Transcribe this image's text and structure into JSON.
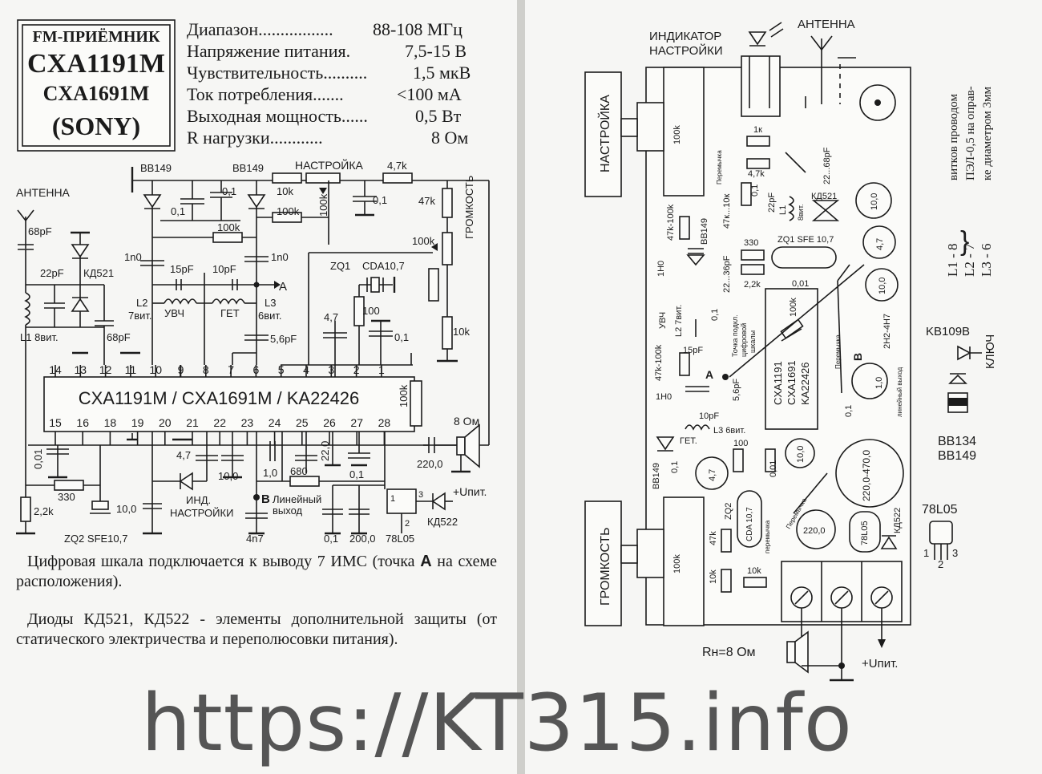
{
  "left": {
    "title_box": {
      "line1": "FM-ПРИЁМНИК",
      "line2": "CXA1191M",
      "line3": "CXA1691M",
      "line4": "(SONY)"
    },
    "specs": [
      {
        "label": "Диапазон.................",
        "value": "88-108 МГц"
      },
      {
        "label": "Напряжение питания.",
        "value": "7,5-15 В"
      },
      {
        "label": "Чувствительность..........",
        "value": "1,5 мкВ"
      },
      {
        "label": "Ток потребления.......",
        "value": "<100 мА"
      },
      {
        "label": "Выходная мощность......",
        "value": "0,5 Вт"
      },
      {
        "label": "R нагрузки............",
        "value": "8 Ом"
      }
    ],
    "schematic": {
      "ic_label": "CXA1191M / CXA1691M / KA22426",
      "pins_top": [
        "14",
        "13",
        "12",
        "11",
        "10",
        "9",
        "8",
        "7",
        "6",
        "5",
        "4",
        "3",
        "2",
        "1"
      ],
      "pins_bottom": [
        "15",
        "16",
        "18",
        "19",
        "20",
        "21",
        "22",
        "23",
        "24",
        "25",
        "26",
        "27",
        "28"
      ],
      "labels": {
        "antenna": "АНТЕННА",
        "bb149_1": "BB149",
        "bb149_2": "BB149",
        "tuning": "НАСТРОЙКА",
        "r4k7": "4,7k",
        "r10k": "10k",
        "c01a": "0,1",
        "c01b": "0,1",
        "c01c": "0,1",
        "r47k": "47k",
        "volume": "ГРОМКОСТЬ",
        "r100k_a": "100k",
        "r100k_b": "100k",
        "r100k_c": "100k",
        "r100k_d": "100k",
        "c68pf": "68pF",
        "c22pf": "22pF",
        "kd521": "КД521",
        "l1": "L1 8вит.",
        "c68pf_b": "68pF",
        "c1n0_a": "1n0",
        "c1n0_b": "1n0",
        "c15pf": "15pF",
        "c10pf": "10pF",
        "l2": "L2",
        "l2b": "7вит.",
        "uvch": "УВЧ",
        "get": "ГЕТ",
        "l3": "L3",
        "l3b": "6вит.",
        "point_a": "A",
        "zq1": "ZQ1",
        "cda": "CDA10,7",
        "r100": "100",
        "c47": "4,7",
        "c01d": "0,1",
        "r10k_b": "10k",
        "c56pf": "5,6pF",
        "r100k_ic": "100k",
        "spk": "8 Ом",
        "c220": "220,0",
        "c001": "0,01",
        "c47b": "4,7",
        "c100": "10,0",
        "c10": "1,0",
        "c220b": "22,0",
        "r680": "680",
        "c01e": "0,1",
        "r330": "330",
        "r2k2": "2,2k",
        "c100b": "10,0",
        "zq2": "ZQ2 SFE10,7",
        "ind": "ИНД.",
        "ind2": "НАСТРОЙКИ",
        "pt_b": "B",
        "lineout": "Линейный",
        "lineout2": "выход",
        "c4n7": "4n7",
        "c01f": "0,1",
        "c200": "200,0",
        "reg": "78L05",
        "reg_pin1": "1",
        "reg_pin2": "2",
        "reg_pin3": "3",
        "kd522": "КД522",
        "upit": "+Uпит."
      }
    },
    "notes": [
      {
        "pre": "Цифровая шкала подключается к выводу 7 ИМС (точка ",
        "bold": "А",
        "post": " на схеме расположения)."
      },
      {
        "pre": "Диоды КД521, КД522 - элементы дополнительной защиты (от статического электричества и переполюсовки питания).",
        "bold": "",
        "post": ""
      }
    ]
  },
  "right": {
    "labels": {
      "indicator1": "ИНДИКАТОР",
      "indicator2": "НАСТРОЙКИ",
      "antenna": "АНТЕННА",
      "tuning": "НАСТРОЙКА",
      "volume": "ГРОМКОСТЬ",
      "pot1": "100k",
      "pot2": "100k",
      "r1k": "1к",
      "r4k7": "4,7k",
      "jumper": "Перемычка",
      "c22_68": "22...68pF",
      "kd521": "КД521",
      "l1": "L1",
      "l1b": "8вит.",
      "c22pf": "22pF",
      "r47k_10k": "47к...10к",
      "c01": "0,1",
      "r47_100": "47k-100k",
      "bb149": "BB149",
      "r330": "330",
      "zq1": "ZQ1 SFE 10,7",
      "c1n0": "1Н0",
      "c22_36": "22...36pF",
      "r2k2": "2,2k",
      "c001": "0,01",
      "e10": "10,0",
      "e47": "4,7",
      "e10b": "10,0",
      "ic1": "CXA1191",
      "ic2": "CXA1691",
      "ic3": "KA22426",
      "ic_r": "100k",
      "uvch": "УВЧ",
      "l2": "L2 7вит.",
      "c15pf": "15pF",
      "c01b": "0,1",
      "dig1": "Точка подкл.",
      "dig2": "цифровой",
      "dig3": "шкалы",
      "c2n2": "2Н2-4Н7",
      "jumper2": "Перемычка",
      "r47k100k_b": "47k-100k",
      "pt_a": "A",
      "c1n0b": "1Н0",
      "c10pf": "10pF",
      "c56": "5,6pF",
      "e10c": "1,0",
      "pt_b": "B",
      "lineout": "линейный выход",
      "c01c": "0,1",
      "get": "ГЕТ.",
      "l3": "L3 6вит.",
      "bb149b": "BB149",
      "c01d": "0,1",
      "e47b": "4,7",
      "r100": "100",
      "e10d": "10,0",
      "e220_470": "220,0-470,0",
      "c001b": "0,01",
      "zq2": "ZQ2",
      "cda": "CDA 10,7",
      "jump3": "перемычка",
      "jump4": "Перемычка",
      "e220": "220,0",
      "reg": "78L05",
      "kd522": "КД522",
      "r47k": "47k",
      "r10k": "10k",
      "r10k_b": "10k",
      "rn": "Rн=8 Ом",
      "upit": "+Uпит.",
      "coil1": "витков   проводом",
      "coil2": "ПЭЛ-0,5 на оправ-",
      "coil3": "ке диаметром 3мм",
      "coilL1": "L1 - 8",
      "coilL2": "L2 - 7",
      "coilL3": "L3 - 6",
      "kv": "KB109B",
      "key": "КЛЮЧ",
      "bb134": "BB134",
      "bb149c": "BB149",
      "reg2": "78L05",
      "p1": "1",
      "p2": "2",
      "p3": "3"
    }
  },
  "footer": {
    "url": "https://KT315.info"
  }
}
